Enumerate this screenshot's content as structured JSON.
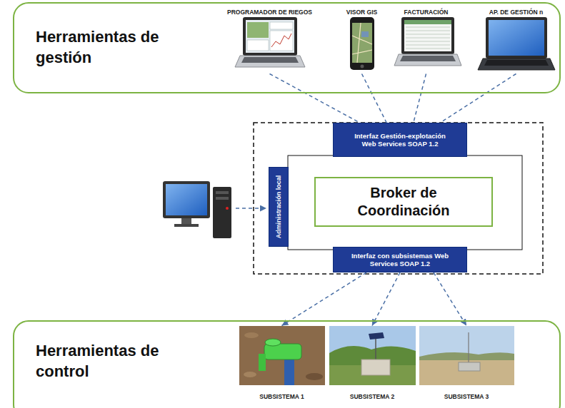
{
  "diagram": {
    "nodes": [
      {
        "text": [
          "Herramientas de gestión"
        ]
      },
      {
        "text": [
          "PROGRAMADOR DE RIEGOS"
        ],
        "in": 0
      },
      {
        "text": [
          "VISOR GIS"
        ],
        "in": 0
      },
      {
        "text": [
          "FACTURACIÓN"
        ],
        "in": 0
      },
      {
        "text": [
          "AP. DE GESTIÓN n"
        ],
        "in": 0
      },
      {
        "text": [
          "Interfaz Gestión-explotación Web Services SOAP 1.2"
        ]
      },
      {
        "text": [
          "Administración local"
        ]
      },
      {
        "text": [
          "Broker de Coordinación"
        ]
      },
      {
        "text": [
          "Interfaz con subsistemas Web Services SOAP 1.2"
        ]
      },
      {
        "text": [
          "Herramientas de control"
        ]
      },
      {
        "text": [
          "SUBSISTEMA 1"
        ],
        "in": 9
      },
      {
        "text": [
          "SUBSISTEMA 2"
        ],
        "in": 9
      },
      {
        "text": [
          "SUBSISTEMA 3"
        ],
        "in": 9
      }
    ],
    "edges": [
      {
        "from": 1,
        "to": 5,
        "arrow": "none"
      },
      {
        "from": 2,
        "to": 5,
        "arrow": "none"
      },
      {
        "from": 3,
        "to": 5,
        "arrow": "none"
      },
      {
        "from": 4,
        "to": 5,
        "arrow": "none"
      },
      {
        "from": 8,
        "to": 10,
        "arrow": "to"
      },
      {
        "from": 8,
        "to": 11,
        "arrow": "to"
      },
      {
        "from": 8,
        "to": 12,
        "arrow": "to"
      }
    ]
  }
}
